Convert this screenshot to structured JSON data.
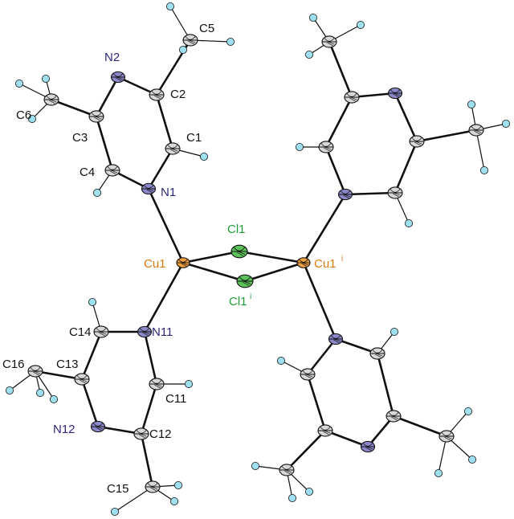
{
  "colors": {
    "carbon": "#d8d8d8",
    "nitrogen": "#8a88c8",
    "hydrogen": "#9fe0f0",
    "chlorine": "#5cc35a",
    "copper": "#f0a040",
    "label_c": "#111111",
    "label_n": "#2d2a7a",
    "label_cl": "#1f9a3a",
    "label_cu": "#e07a10"
  },
  "labels": {
    "c5": "C5",
    "n2": "N2",
    "c2": "C2",
    "c6": "C6",
    "c3": "C3",
    "c1": "C1",
    "c4": "C4",
    "n1": "N1",
    "cl1": "Cl1",
    "cu1": "Cu1",
    "cu1i": "Cu1",
    "cu1i_sup": "i",
    "cl1i": "Cl1",
    "cl1i_sup": "i",
    "c14": "C14",
    "n11": "N11",
    "c16": "C16",
    "c13": "C13",
    "c11": "C11",
    "n12": "N12",
    "c12": "C12",
    "c15": "C15"
  }
}
